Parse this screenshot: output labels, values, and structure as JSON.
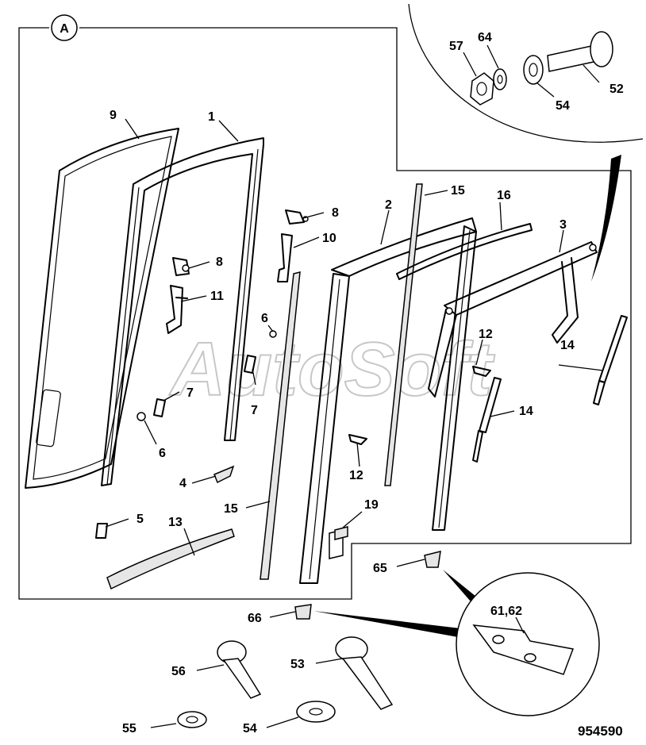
{
  "diagram": {
    "view_marker": "A",
    "drawing_number": "954590",
    "watermark": "AutoSoft",
    "labels": {
      "l1": "1",
      "l2": "2",
      "l3": "3",
      "l4": "4",
      "l5": "5",
      "l6a": "6",
      "l6b": "6",
      "l7a": "7",
      "l7b": "7",
      "l8a": "8",
      "l8b": "8",
      "l9": "9",
      "l10": "10",
      "l11": "11",
      "l12a": "12",
      "l12b": "12",
      "l13": "13",
      "l14a": "14",
      "l14b": "14",
      "l15a": "15",
      "l15b": "15",
      "l16": "16",
      "l19": "19",
      "l52": "52",
      "l53": "53",
      "l54a": "54",
      "l54b": "54",
      "l55": "55",
      "l56": "56",
      "l57": "57",
      "l61": "61,62",
      "l64": "64",
      "l65": "65",
      "l66": "66"
    }
  }
}
